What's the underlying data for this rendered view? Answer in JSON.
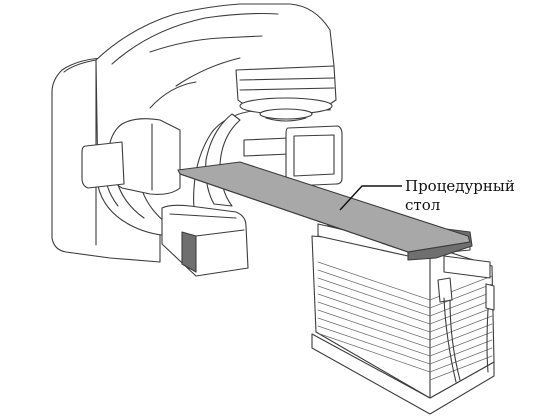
{
  "diagram": {
    "subject": "linear-accelerator-with-patient-couch",
    "callout": {
      "line1": "Процедурный",
      "line2": "стол"
    },
    "colors": {
      "outline": "#3c3c3c",
      "tabletop_fill": "#a8a8a8",
      "shadow_fill": "#6f6f6f",
      "background": "#ffffff"
    }
  }
}
